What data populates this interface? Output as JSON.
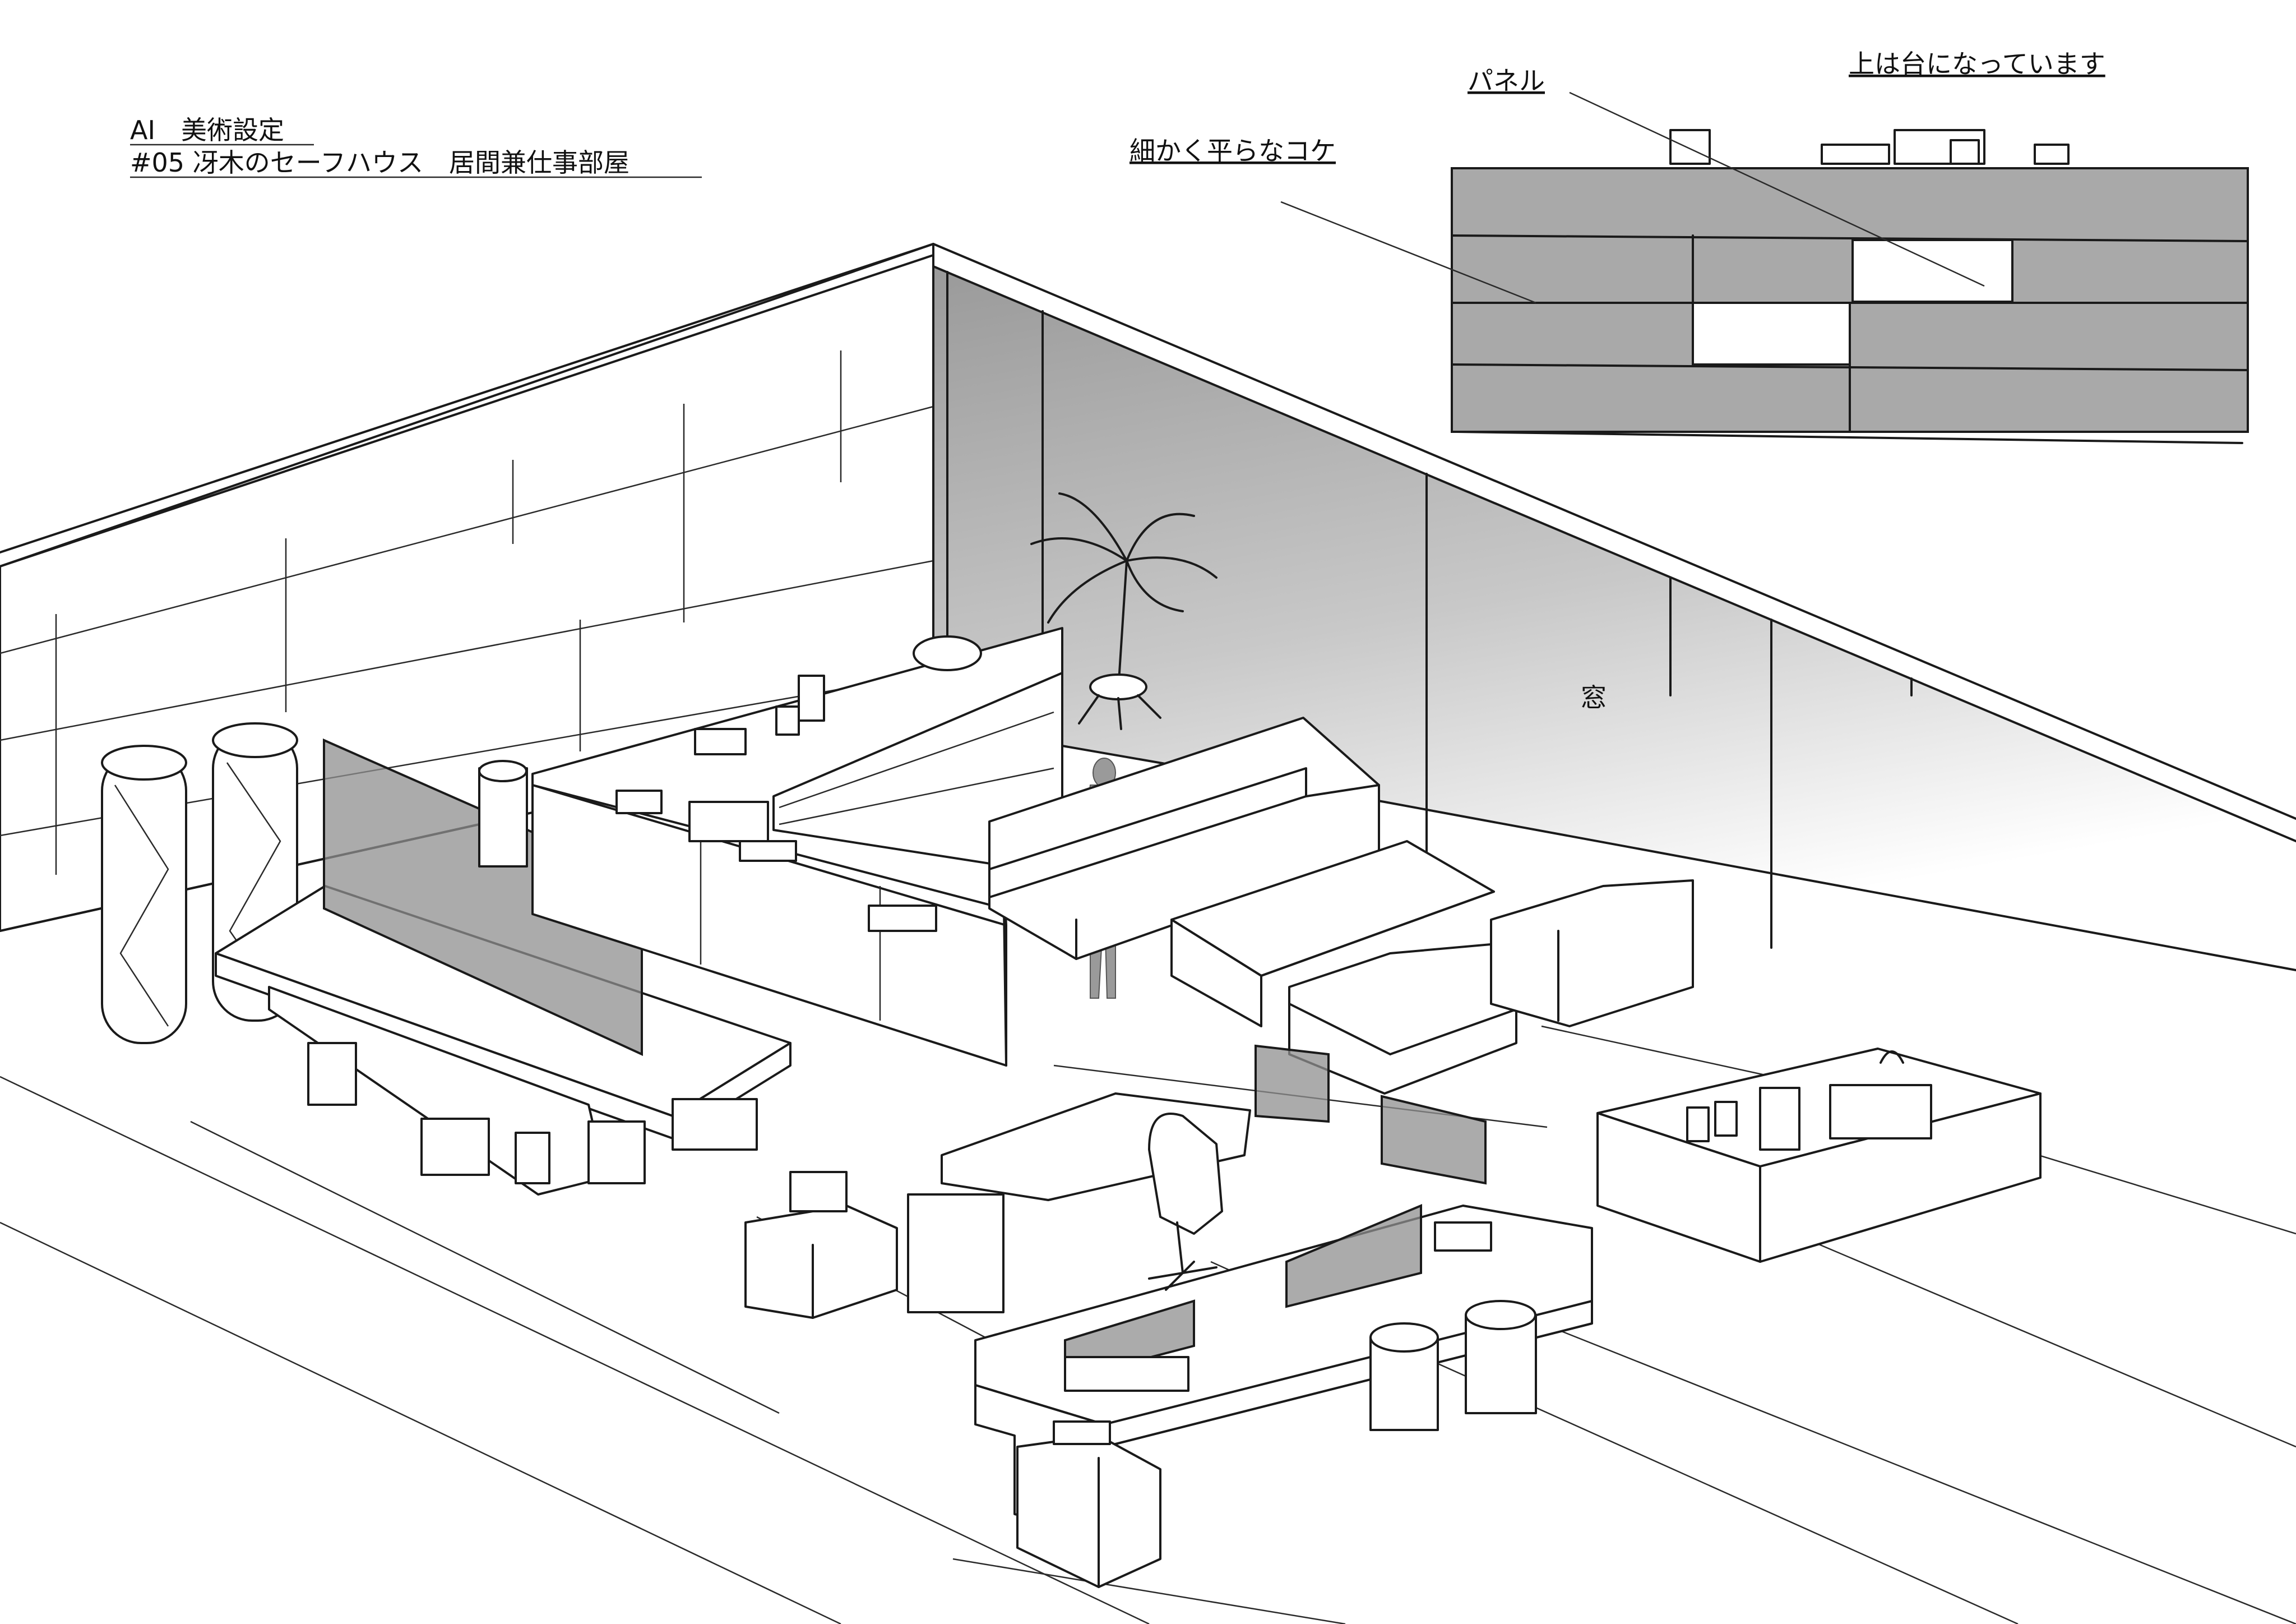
{
  "sheet": {
    "title_line1": "AI　美術設定",
    "title_line2": "#05 冴木のセーフハウス　居間兼仕事部屋"
  },
  "annotations": {
    "panel": "パネル",
    "moss": "細かく平らなコケ",
    "top_note": "上は台になっています",
    "window": "窓"
  },
  "colors": {
    "ink": "#1a1a1a",
    "panel_gray": "#a9a9a9",
    "window_gradient_top": "#9a9a9a",
    "window_gradient_bottom": "#ffffff",
    "figure_gray": "#9a9a9a"
  },
  "icons": [
    "plant-icon",
    "office-chair-icon",
    "standing-figure-icon",
    "cylindrical-speaker-icon"
  ]
}
